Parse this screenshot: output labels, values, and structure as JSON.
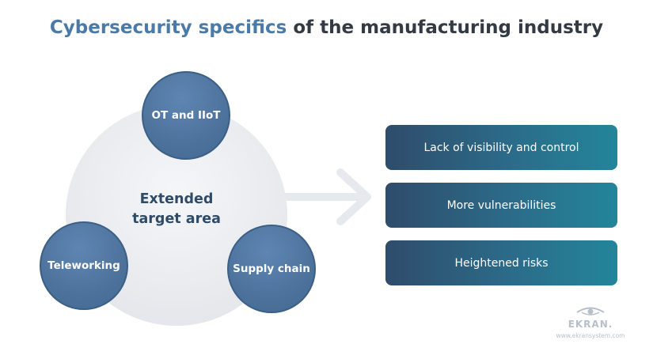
{
  "title": {
    "accent": "Cybersecurity specifics",
    "rest": " of the manufacturing industry"
  },
  "center": {
    "line1": "Extended",
    "line2": "target area"
  },
  "circles": {
    "top": "OT and IIoT",
    "left": "Teleworking",
    "right": "Supply chain"
  },
  "boxes": [
    "Lack of visibility and control",
    "More vulnerabilities",
    "Heightened risks"
  ],
  "logo": {
    "name": "EKRAN.",
    "url": "www.ekransystem.com"
  },
  "colors": {
    "accent": "#4a7aa8",
    "title": "#333a44",
    "circle": "#4d739c",
    "box_start": "#2f4c6b",
    "box_end": "#23859a",
    "arrow": "#e6e9ee"
  }
}
